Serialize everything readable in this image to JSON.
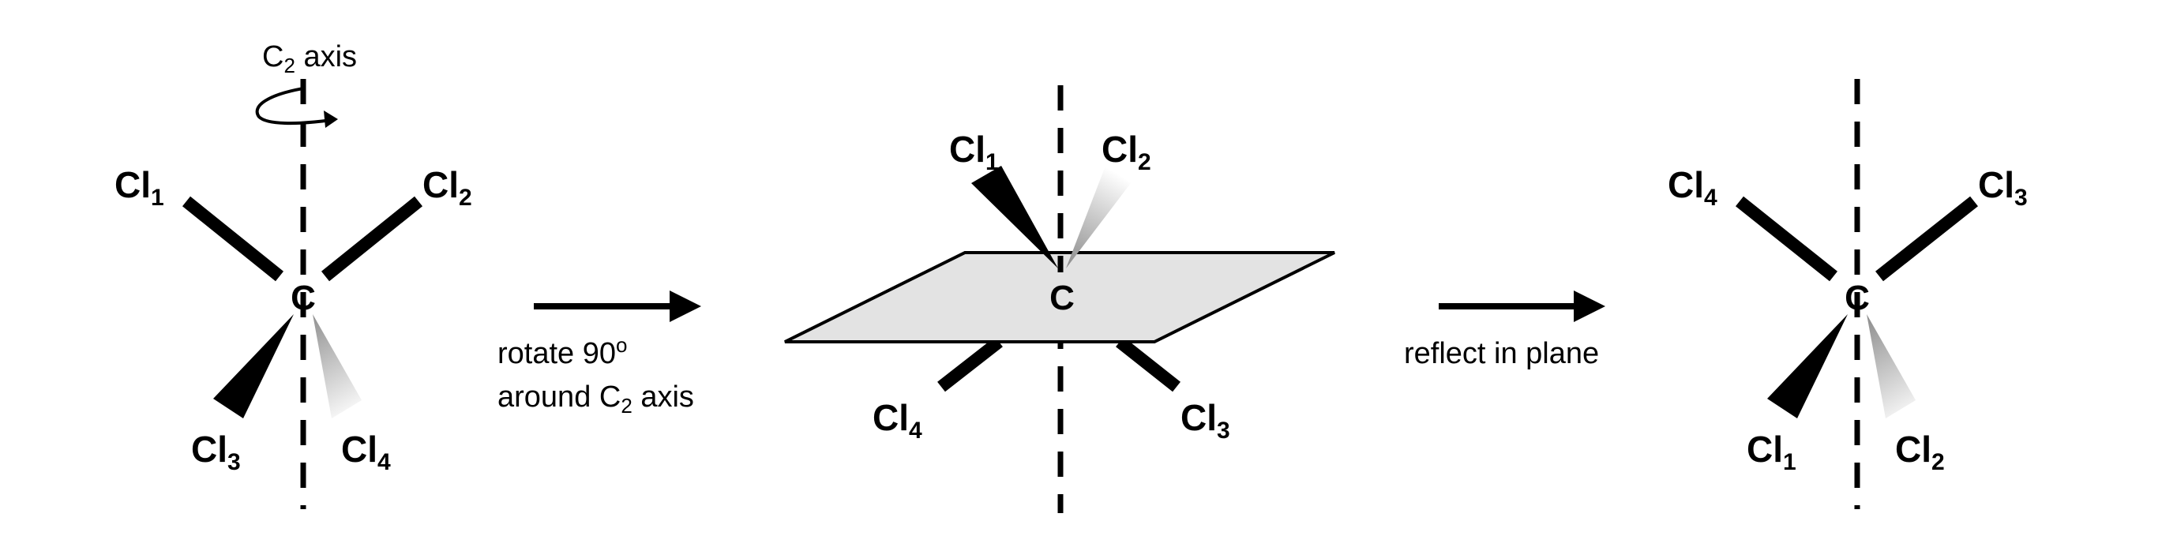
{
  "rotation_axis_label": {
    "main": "C",
    "sub": "2",
    "rest": " axis"
  },
  "step1_label": {
    "line1_main": "rotate 90",
    "line1_sup": "o",
    "line2_main": "around C",
    "line2_sub": "2",
    "line2_rest": " axis"
  },
  "step2_label": "reflect in plane",
  "molecule_left": {
    "center": "C",
    "top_left": {
      "el": "Cl",
      "n": "1"
    },
    "top_right": {
      "el": "Cl",
      "n": "2"
    },
    "bottom_left": {
      "el": "Cl",
      "n": "3"
    },
    "bottom_right": {
      "el": "Cl",
      "n": "4"
    }
  },
  "molecule_middle": {
    "center": "C",
    "top_left": {
      "el": "Cl",
      "n": "1"
    },
    "top_right": {
      "el": "Cl",
      "n": "2"
    },
    "bottom_left": {
      "el": "Cl",
      "n": "4"
    },
    "bottom_right": {
      "el": "Cl",
      "n": "3"
    }
  },
  "molecule_right": {
    "center": "C",
    "top_left": {
      "el": "Cl",
      "n": "4"
    },
    "top_right": {
      "el": "Cl",
      "n": "3"
    },
    "bottom_left": {
      "el": "Cl",
      "n": "1"
    },
    "bottom_right": {
      "el": "Cl",
      "n": "2"
    }
  },
  "colors": {
    "plane_fill": "#e3e3e3",
    "ink": "#000000"
  }
}
